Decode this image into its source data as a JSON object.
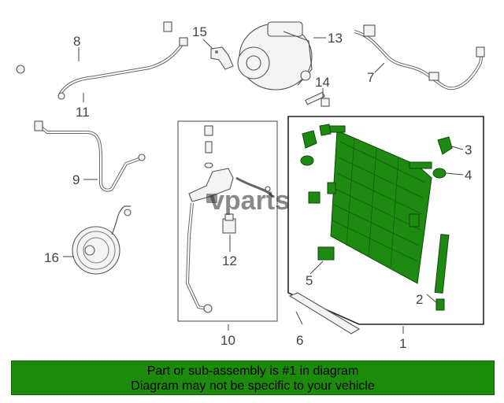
{
  "diagram": {
    "callouts": {
      "c1": "1",
      "c2": "2",
      "c3": "3",
      "c4": "4",
      "c5": "5",
      "c6": "6",
      "c7": "7",
      "c8": "8",
      "c9": "9",
      "c10": "10",
      "c11": "11",
      "c12": "12",
      "c13": "13",
      "c14": "14",
      "c15": "15",
      "c16": "16"
    },
    "watermark": "vparts",
    "colors": {
      "highlight": "#1f8a12",
      "banner": "#1c8a0a",
      "line": "#555555"
    }
  },
  "footer": {
    "line1": "Part or sub-assembly is #1 in diagram",
    "line2": "Diagram may not be specific to your vehicle"
  }
}
